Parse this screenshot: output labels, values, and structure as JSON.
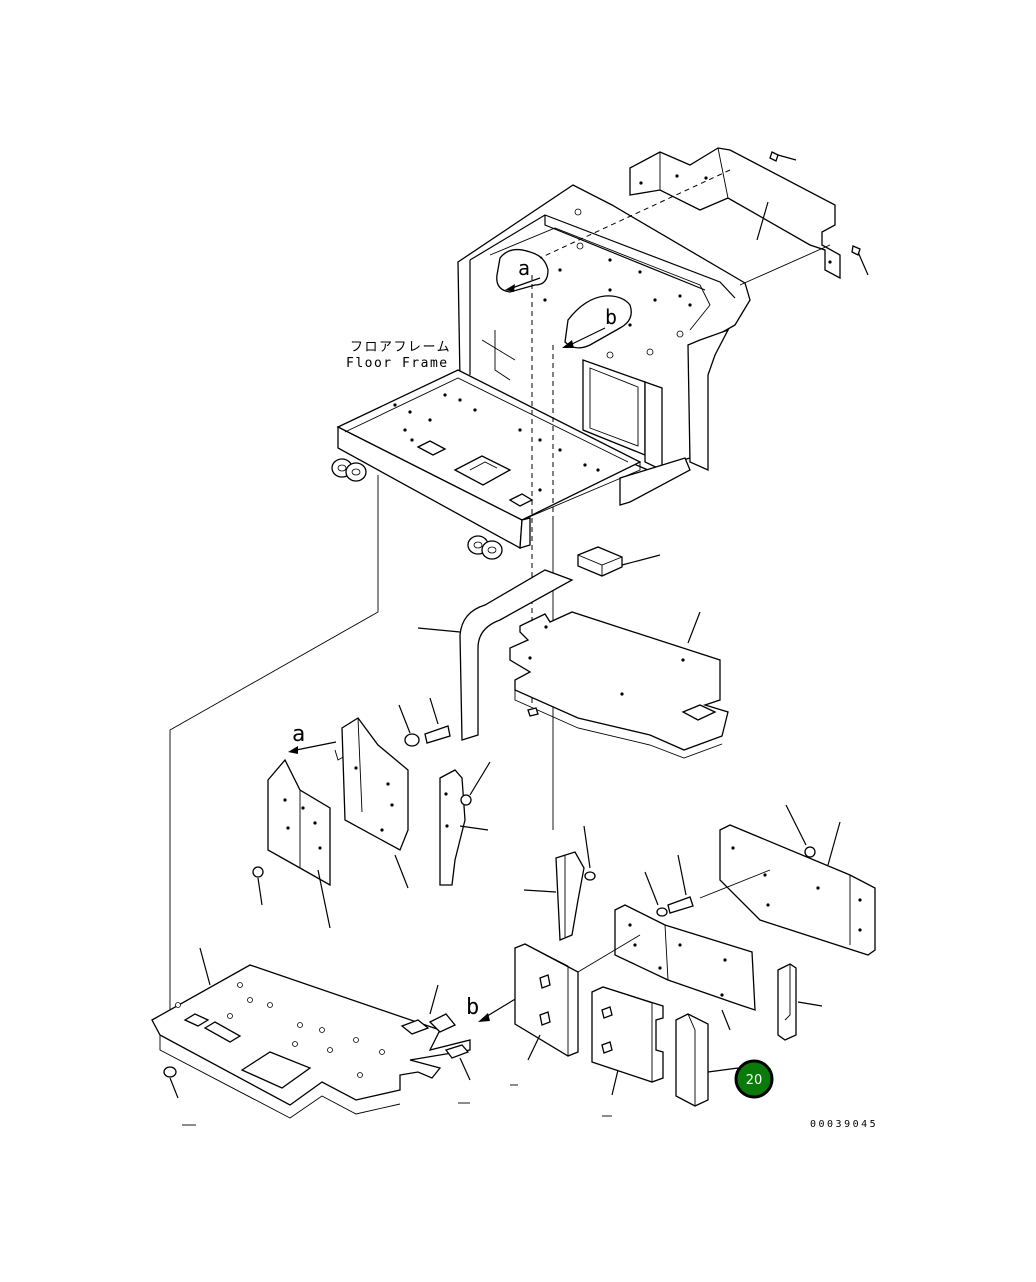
{
  "diagram": {
    "label_jp": "フロアフレーム",
    "label_en": "Floor Frame",
    "view_a_mark": "a",
    "view_b_mark": "b",
    "drawing_number": "00039045"
  },
  "callouts": [
    {
      "number": "20"
    }
  ]
}
